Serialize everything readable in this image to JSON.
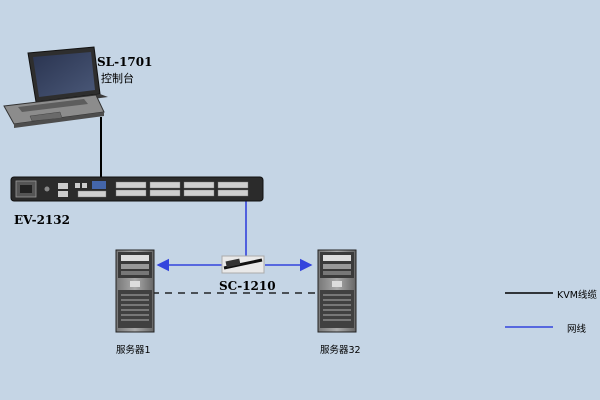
{
  "console": {
    "model": "SL-1701",
    "name": "控制台"
  },
  "kvm_switch": {
    "model": "EV-2132"
  },
  "extender": {
    "model": "SC-1210"
  },
  "servers": [
    {
      "label": "服务器1"
    },
    {
      "label": "服务器32"
    }
  ],
  "legend": [
    {
      "label": "KVM线缆",
      "color": "#000000",
      "style": "solid"
    },
    {
      "label": "网线",
      "color": "#3344dd",
      "style": "solid"
    }
  ],
  "colors": {
    "background": "#c5d5e5",
    "network_line": "#3344dd",
    "kvm_line": "#000000"
  }
}
